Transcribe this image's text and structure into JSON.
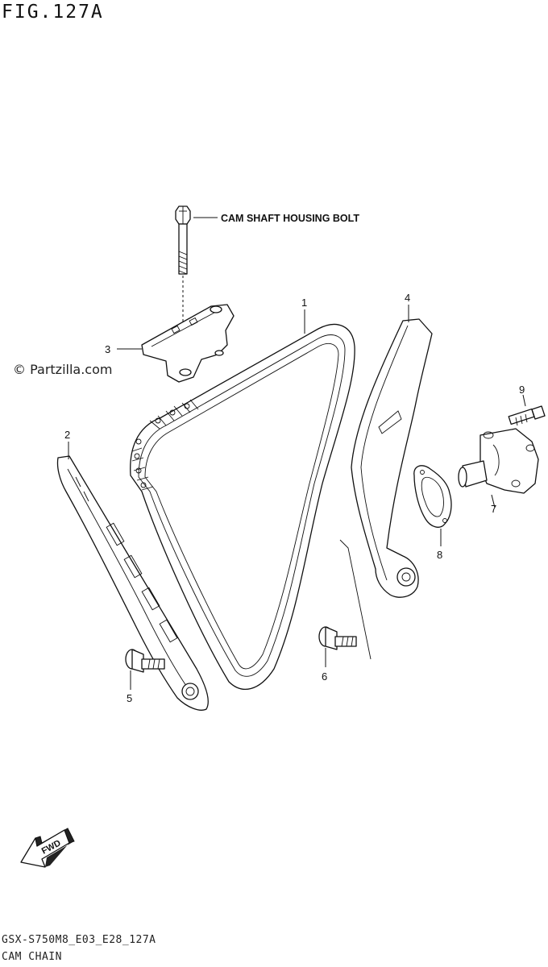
{
  "figure": {
    "title": "FIG.127A",
    "code": "GSX-S750M8_E03_E28_127A",
    "name": "CAM CHAIN",
    "watermark": "© Partzilla.com"
  },
  "callouts": [
    {
      "id": "1",
      "label": "1"
    },
    {
      "id": "2",
      "label": "2"
    },
    {
      "id": "3",
      "label": "3"
    },
    {
      "id": "4",
      "label": "4"
    },
    {
      "id": "5",
      "label": "5"
    },
    {
      "id": "6",
      "label": "6"
    },
    {
      "id": "7",
      "label": "7"
    },
    {
      "id": "8",
      "label": "8"
    },
    {
      "id": "9",
      "label": "9"
    }
  ],
  "annotations": {
    "bolt_label": "CAM SHAFT HOUSING BOLT",
    "fwd_label": "FWD"
  },
  "icons": {
    "fwd_arrow": "fwd-arrow-icon",
    "copyright": "copyright-icon"
  }
}
